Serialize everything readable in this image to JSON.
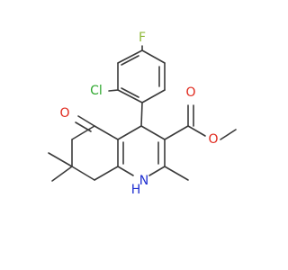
{
  "molecule": {
    "atom_colors": {
      "C": "#3a3a3a",
      "N": "#1f2fd0",
      "O": "#e0281c",
      "F": "#8fb83a",
      "Cl": "#2fa82f"
    },
    "labels": {
      "fluorine": "F",
      "chlorine": "Cl",
      "ketone_oxygen": "O",
      "ester_carbonyl_oxygen": "O",
      "ester_ether_oxygen": "O",
      "amine": "H\nN"
    }
  }
}
